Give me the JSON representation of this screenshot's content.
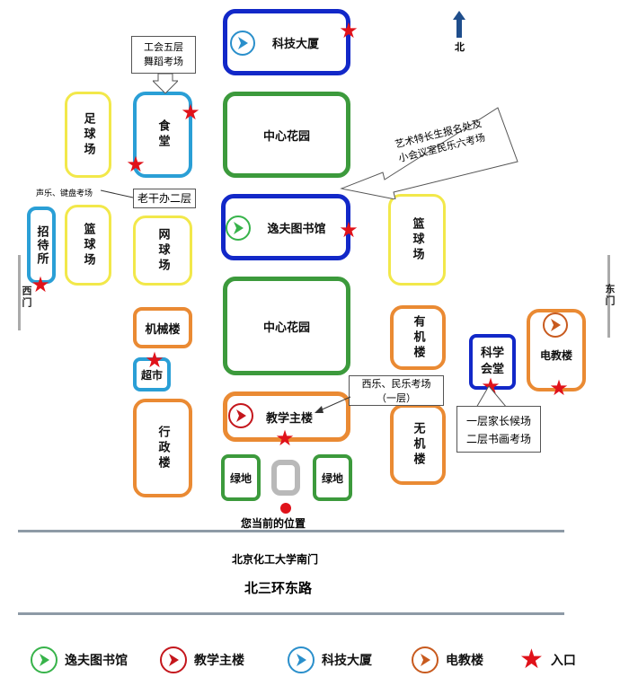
{
  "compass": {
    "label": "北"
  },
  "buildings": {
    "keji": "科技大厦",
    "central_garden_top": "中心花园",
    "library": "逸夫图书馆",
    "central_garden_bottom": "中心花园",
    "teaching": "教学主楼",
    "green_left": "绿地",
    "green_right": "绿地",
    "football": "足球场",
    "canteen": "食堂",
    "basketball_left": "篮球场",
    "tennis": "网球场",
    "guesthouse": "招待所",
    "machinery": "机械楼",
    "supermarket": "超市",
    "admin": "行政楼",
    "basketball_right": "篮球场",
    "organic": "有机楼",
    "inorganic": "无机楼",
    "science_hall": "科学会堂",
    "av_building": "电教楼"
  },
  "callouts": {
    "union_1": "工会五层",
    "union_2": "舞蹈考场",
    "arts_1": "艺术特长生报名处及",
    "arts_2": "小会议室民乐六考场",
    "vocal": "声乐、键盘考场",
    "cadre": "老干办二层",
    "music_1": "西乐、民乐考场",
    "music_2": "（一层）",
    "parents_1": "一层家长候场",
    "parents_2": "二层书画考场"
  },
  "gates": {
    "west": "西门",
    "east": "东门"
  },
  "current_position": "您当前的位置",
  "south_gate": "北京化工大学南门",
  "road": "北三环东路",
  "legend": {
    "library": "逸夫图书馆",
    "teaching": "教学主楼",
    "keji": "科技大厦",
    "av": "电教楼",
    "entrance": "入口"
  },
  "colors": {
    "library_green": "#37b34a",
    "teaching_red": "#c4161c",
    "keji_blue": "#2a8fcb",
    "av_orange": "#c85a1e",
    "entrance_star": "#e0121a",
    "border_blue": "#1228c8",
    "border_green": "#3c9a3c",
    "border_yellow": "#f2e84a",
    "border_lightblue": "#2a9fd6",
    "border_orange": "#ea8a33"
  }
}
